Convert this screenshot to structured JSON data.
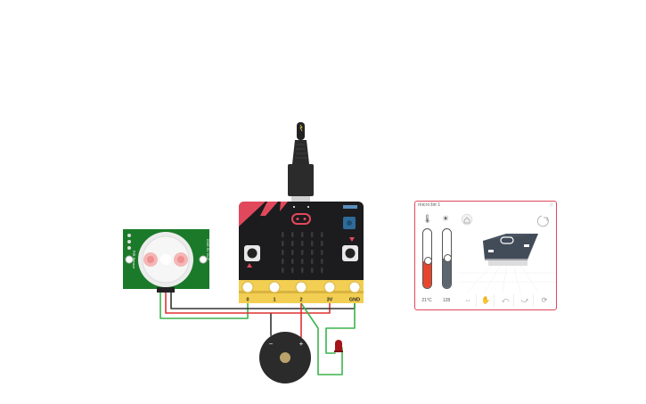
{
  "pins": {
    "p0": "0",
    "p1": "1",
    "p2": "2",
    "p3v": "3V",
    "pgnd": "GND"
  },
  "pir": {
    "left_label": "PIR Sensor",
    "right_label": "GND 5V OUT"
  },
  "simulator": {
    "title": "micro:bit 1",
    "temperature": {
      "label": "21°C",
      "level": 0.45,
      "icon": "thermometer-icon"
    },
    "light": {
      "label": "128",
      "level": 0.5,
      "icon": "sun-icon"
    },
    "gestures": [
      "shake-icon",
      "hand-icon",
      "tilt-left-icon",
      "tilt-right-icon",
      "rotate-icon"
    ],
    "colors": {
      "accent": "#e2485c",
      "temperature_fill": "#e6452e",
      "light_fill": "#5c6670"
    }
  },
  "colors": {
    "microbit_body": "#1c1c1e",
    "microbit_accent": "#e2485c",
    "pin_gold": "#f2cf52",
    "pcb_green": "#1b7a2a",
    "wire_red": "#e03030",
    "wire_green": "#3cb44b",
    "wire_dark": "#333333",
    "led_red": "#a3151a"
  }
}
